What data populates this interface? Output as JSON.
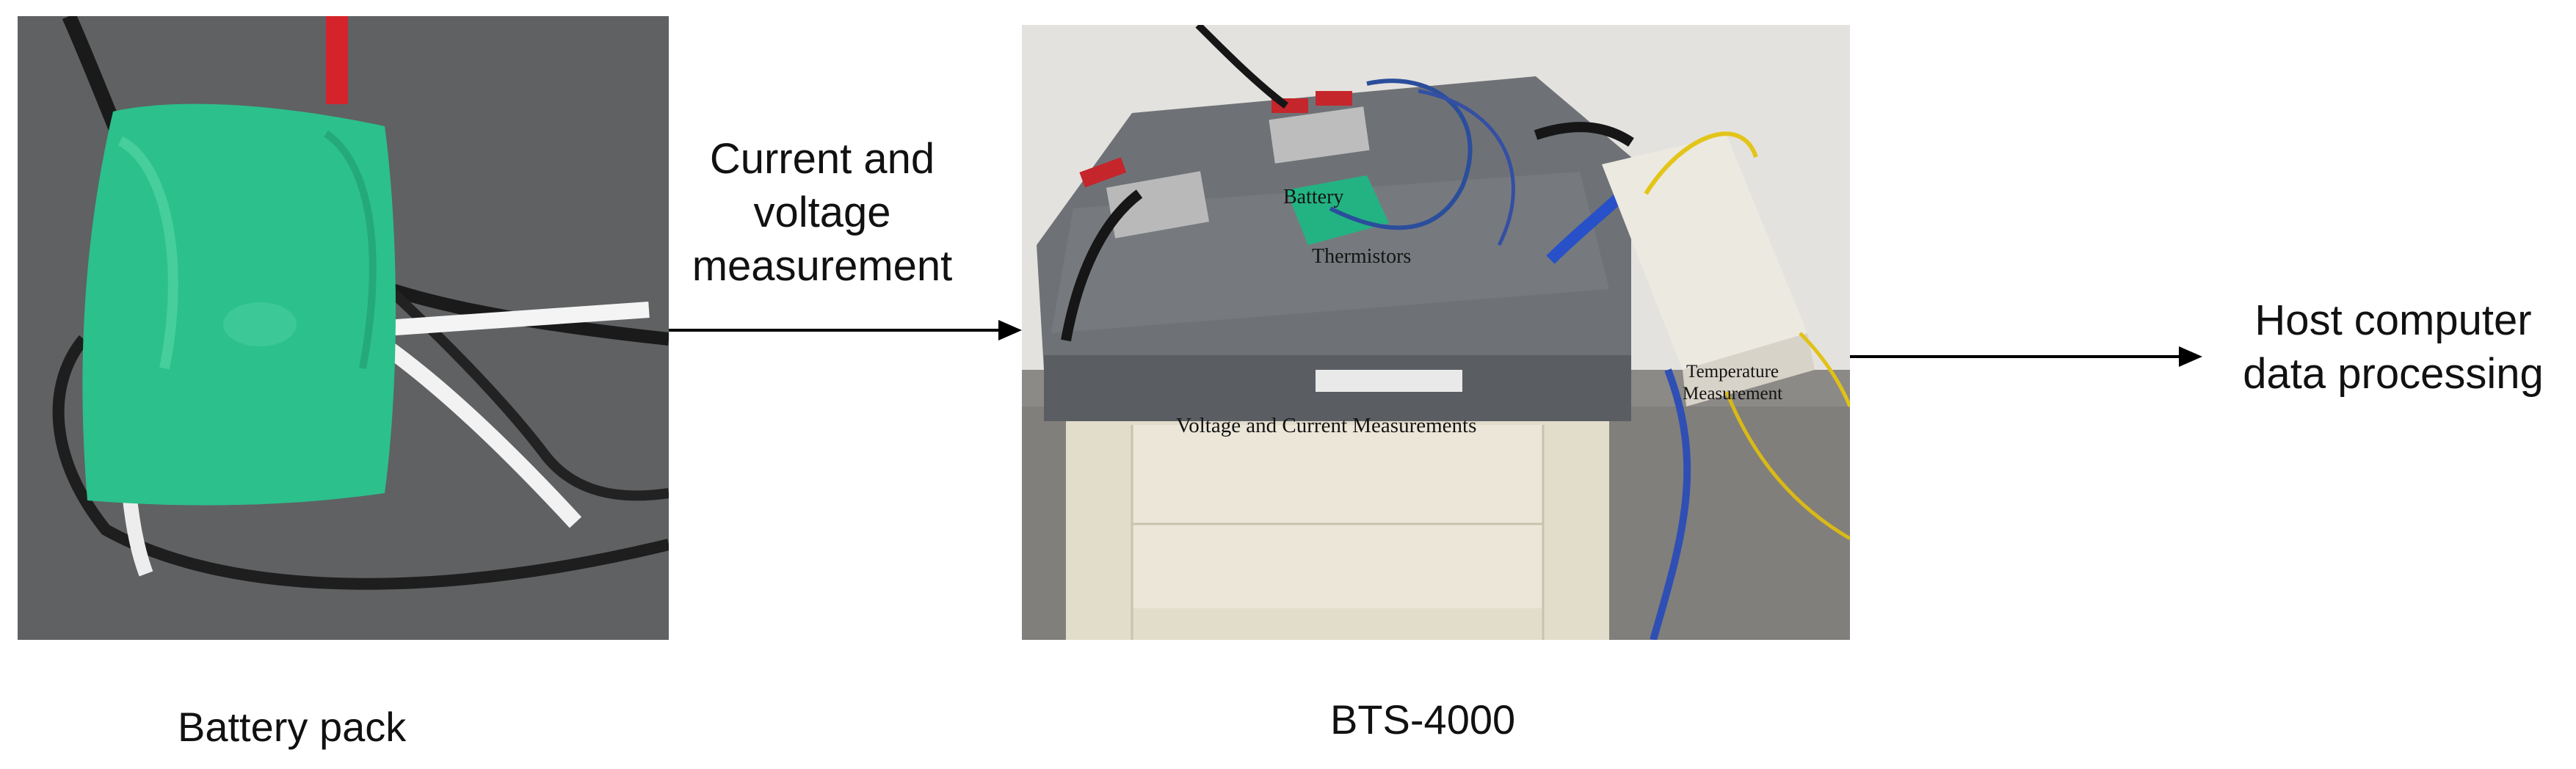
{
  "left_photo": {
    "caption": "Battery pack",
    "background_color": "#5f6062",
    "pack_color": "#2cc08c"
  },
  "middle_photo": {
    "caption": "BTS-4000",
    "labels": {
      "battery": "Battery",
      "thermistors": "Thermistors",
      "voltage_current": "Voltage and Current Measurements",
      "temperature_line1": "Temperature",
      "temperature_line2": "Measurement"
    },
    "cabinet_color": "#6e7277",
    "panel_color": "#e2dccb"
  },
  "flow": {
    "left_arrow_label": [
      "Current and",
      "voltage",
      "measurement"
    ],
    "right_arrow_label": [
      "Host computer",
      "data processing"
    ]
  }
}
